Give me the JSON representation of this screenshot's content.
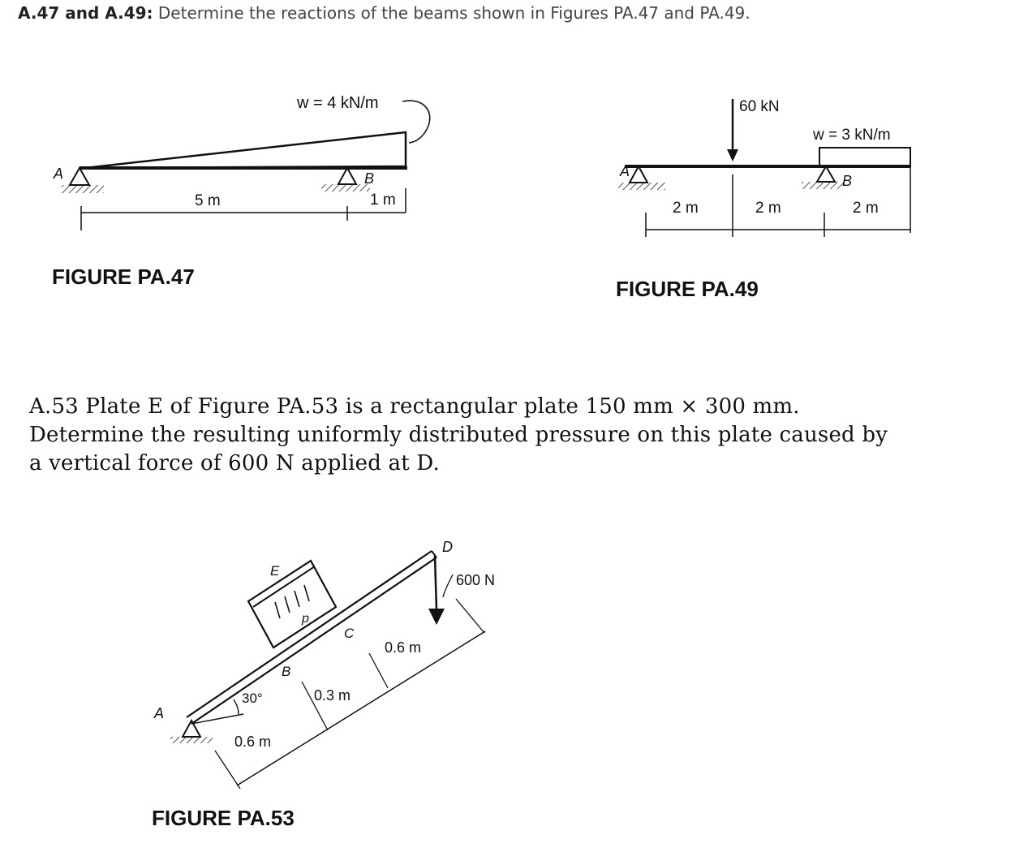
{
  "heading": {
    "label": "A.47 and A.49:",
    "text": "Determine the reactions of the beams shown in Figures PA.47 and PA.49."
  },
  "fig47": {
    "title": "FIGURE PA.47",
    "load": "w = 4 kN/m",
    "support_a": "A",
    "support_b": "B",
    "span_main": "5 m",
    "span_overhang": "1 m"
  },
  "fig49": {
    "title": "FIGURE PA.49",
    "point_load": "60 kN",
    "dist_load": "w = 3 kN/m",
    "support_a": "A",
    "support_b": "B",
    "span1": "2 m",
    "span2": "2 m",
    "span3": "2 m"
  },
  "problem53": {
    "text": "A.53 Plate E of Figure PA.53 is a rectangular plate 150 mm × 300 mm. Determine the resulting uniformly distributed pressure on this plate caused by a vertical force of 600 N applied at D."
  },
  "fig53": {
    "title": "FIGURE PA.53",
    "label_a": "A",
    "label_b": "B",
    "label_c": "C",
    "label_d": "D",
    "label_e": "E",
    "label_p": "p",
    "angle": "30°",
    "force": "600 N",
    "dim1": "0.6 m",
    "dim2": "0.3 m",
    "dim3": "0.6 m"
  }
}
